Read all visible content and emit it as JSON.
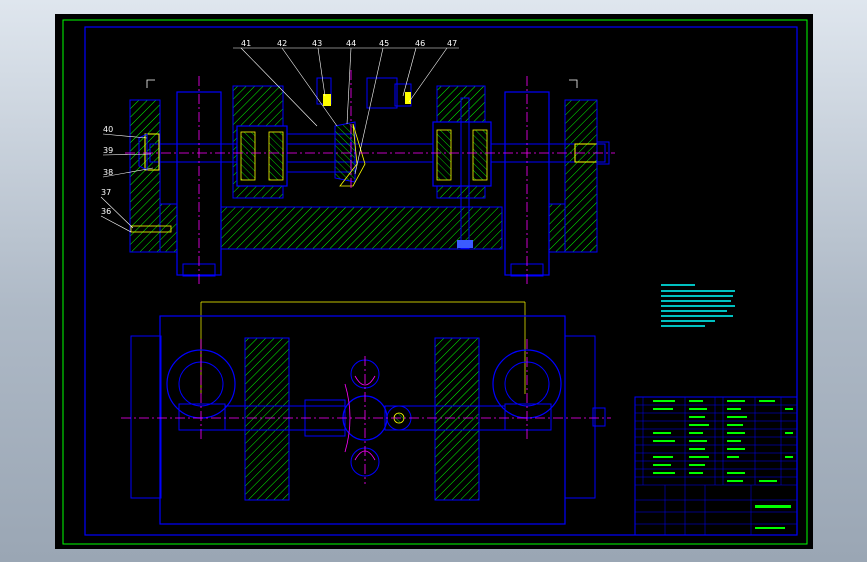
{
  "drawing": {
    "callouts_top": [
      "41",
      "42",
      "43",
      "44",
      "45",
      "46",
      "47"
    ],
    "callouts_left": [
      "40",
      "39",
      "38",
      "37",
      "36"
    ]
  },
  "colors": {
    "background": "#000000",
    "frame_outer": "#00ff00",
    "frame_inner": "#0000ff",
    "outline": "#0000ff",
    "centerline": "#ff00ff",
    "hatch": "#00ff00",
    "leader": "#ffffff",
    "dimension": "#ffff00",
    "notes": "#00ffff"
  }
}
